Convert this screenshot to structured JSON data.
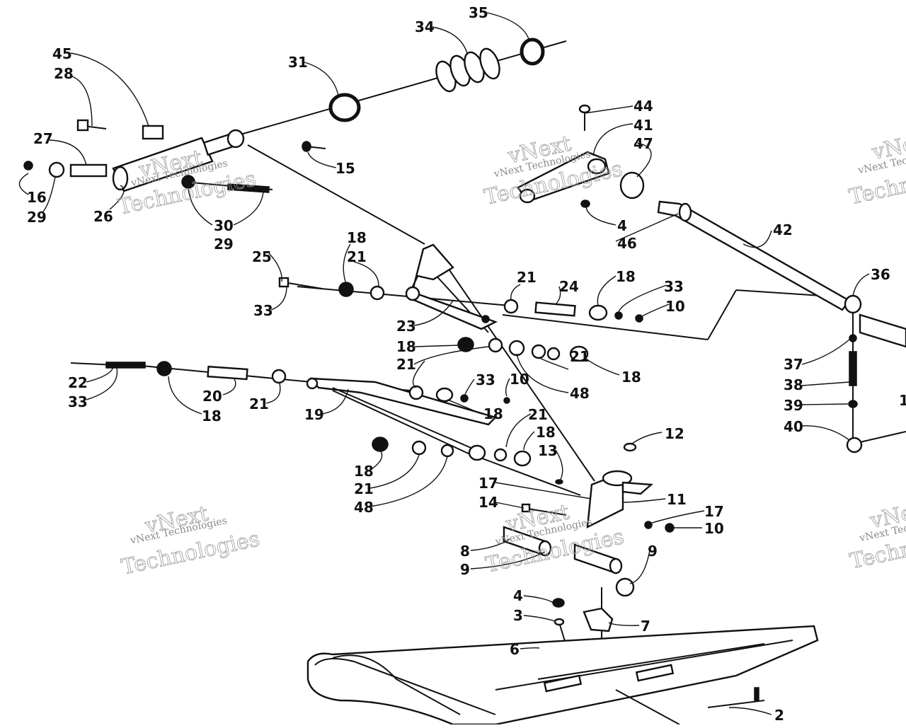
{
  "diagram": {
    "callouts": [
      "45",
      "28",
      "27",
      "16",
      "29",
      "26",
      "31",
      "34",
      "35",
      "15",
      "30",
      "29",
      "44",
      "41",
      "47",
      "4",
      "46",
      "42",
      "36",
      "25",
      "33",
      "18",
      "21",
      "21",
      "24",
      "18",
      "33",
      "10",
      "23",
      "18",
      "21",
      "21",
      "18",
      "48",
      "22",
      "33",
      "18",
      "20",
      "21",
      "19",
      "33",
      "10",
      "18",
      "21",
      "18",
      "13",
      "12",
      "18",
      "21",
      "48",
      "17",
      "14",
      "11",
      "17",
      "10",
      "8",
      "9",
      "9",
      "4",
      "3",
      "7",
      "6",
      "37",
      "38",
      "39",
      "40",
      "1",
      "2"
    ],
    "watermark": {
      "brand_top": "vNext",
      "brand_bottom": "Technologies",
      "small": "vNext Technologies"
    }
  }
}
